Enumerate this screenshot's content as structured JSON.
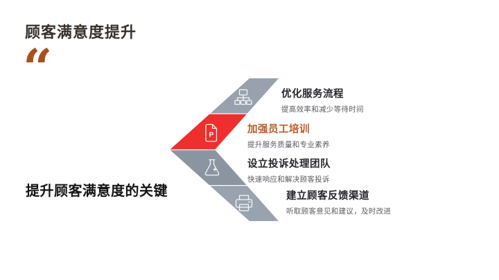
{
  "slide": {
    "title": "顾客满意度提升",
    "quote_glyph": "“",
    "key_message": "提升顾客满意度的关键"
  },
  "colors": {
    "band_gray_1": "#98a1ad",
    "accent_red": "#ee2f2d",
    "band_gray_3": "#8b95a2",
    "band_gray_4": "#99a3af",
    "highlight_title_orange": "#bb5a26",
    "quote_brown": "#a8511d",
    "icon_stroke": "#ffffff"
  },
  "diagram": {
    "items": [
      {
        "title": "优化服务流程",
        "description": "提高效率和减少等待时间",
        "icon": "org-chart-icon",
        "highlighted": false
      },
      {
        "title": "加强员工培训",
        "description": "提升服务质量和专业素养",
        "icon": "document-p-icon",
        "icon_letter": "P",
        "highlighted": true
      },
      {
        "title": "设立投诉处理团队",
        "description": "快速响应和解决顾客投诉",
        "icon": "flask-icon",
        "highlighted": false
      },
      {
        "title": "建立顾客反馈渠道",
        "description": "听取顾客意见和建议，及时改进",
        "icon": "printer-icon",
        "highlighted": false
      }
    ]
  }
}
